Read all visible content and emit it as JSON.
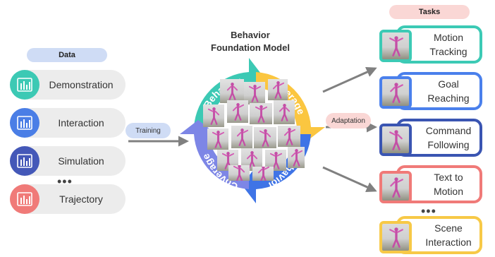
{
  "data_header": "Data",
  "data_items": [
    {
      "label": "Demonstration",
      "color": "#3cc9b4"
    },
    {
      "label": "Interaction",
      "color": "#4a7ee6"
    },
    {
      "label": "Simulation",
      "color": "#4458b8"
    },
    {
      "label": "Trajectory",
      "color": "#f07a78"
    }
  ],
  "data_ellipsis": "•••",
  "training_label": "Training",
  "model_title_line1": "Behavior",
  "model_title_line2": "Foundation Model",
  "ring_labels": {
    "top_left": "Behavior",
    "top_right": "Coverage",
    "bottom_right": "Behavior",
    "bottom_left": "Coverage"
  },
  "ring_colors": {
    "top_left": "#3cc9b4",
    "top_right": "#fbc640",
    "bottom_right": "#3f74e6",
    "bottom_left": "#7d86e6"
  },
  "adaptation_label": "Adaptation",
  "tasks_header": "Tasks",
  "tasks": [
    {
      "line1": "Motion",
      "line2": "Tracking",
      "color": "#3ccab5"
    },
    {
      "line1": "Goal",
      "line2": "Reaching",
      "color": "#4a80ec"
    },
    {
      "line1": "Command",
      "line2": "Following",
      "color": "#3a55b2"
    },
    {
      "line1": "Text to",
      "line2": "Motion",
      "color": "#f07a78"
    },
    {
      "line1": "Scene",
      "line2": "Interaction",
      "color": "#f7c947"
    }
  ],
  "tasks_ellipsis": "•••",
  "icon_name": "bar-chart-icon",
  "thumb_icon_name": "humanoid-robot-icon"
}
